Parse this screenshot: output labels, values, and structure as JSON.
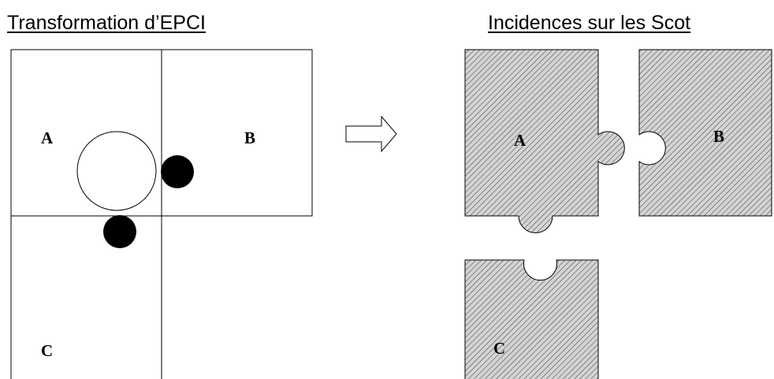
{
  "left_panel": {
    "title": "Transformation d’EPCI",
    "zones": {
      "a": "A",
      "b": "B",
      "c": "C"
    }
  },
  "right_panel": {
    "title": "Incidences sur les Scot",
    "pieces": {
      "a": "A",
      "b": "B",
      "c": "C"
    }
  },
  "colors": {
    "line": "#000000",
    "hatch_fill": "#d4d4d4",
    "hatch_stroke": "#444444",
    "dot": "#000000"
  },
  "icons": {
    "arrow": "outline-right-arrow-icon"
  }
}
